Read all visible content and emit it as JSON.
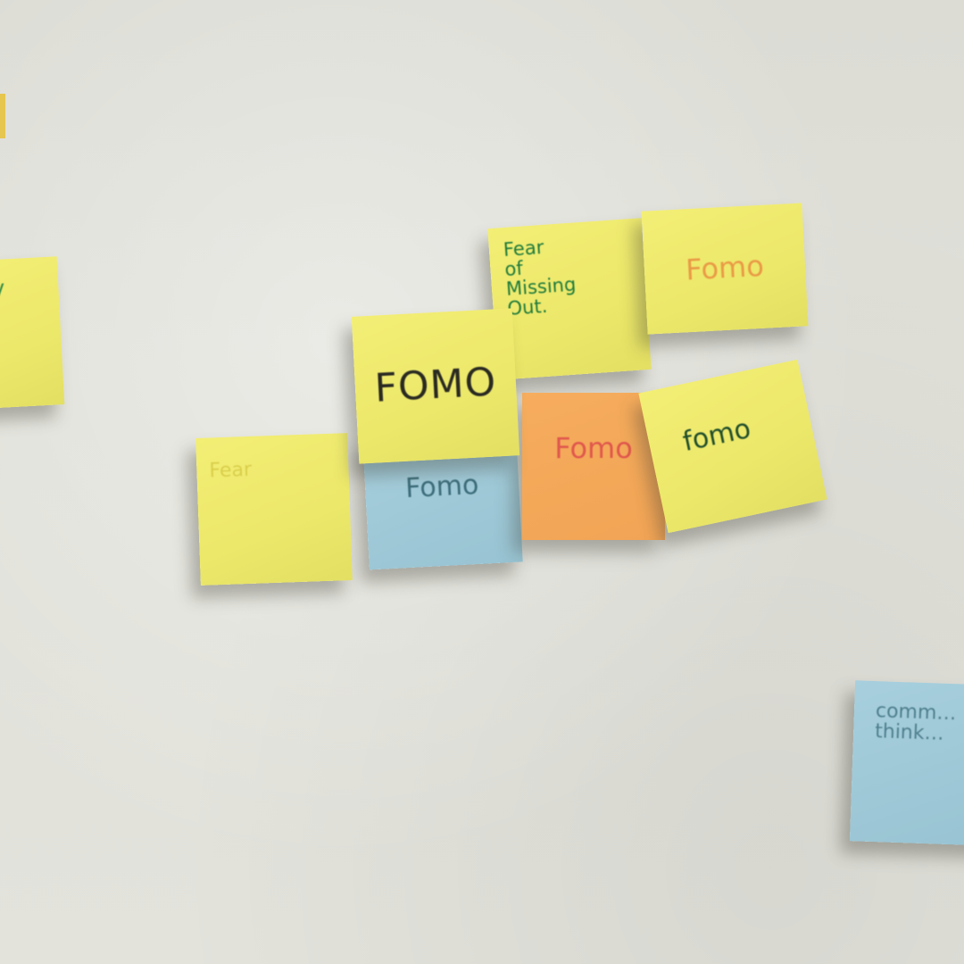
{
  "photo": {
    "wall_color": "#e0e0d9",
    "notes": [
      {
        "id": "edge-top",
        "color": "#e6c64f",
        "text": ""
      },
      {
        "id": "edge-left",
        "color": "#ece86a",
        "text": "ly"
      },
      {
        "id": "fear-missing",
        "color": "#ece86a",
        "text": "Fear\nof\nMissing\nOut."
      },
      {
        "id": "fomo-orange-text",
        "color": "#ece86a",
        "text": "Fomo"
      },
      {
        "id": "fomo-big",
        "color": "#ece86a",
        "text": "FOMO"
      },
      {
        "id": "fomo-blue",
        "color": "#98c3d2",
        "text": "Fomo"
      },
      {
        "id": "fomo-orange",
        "color": "#f1a455",
        "text": "Fomo"
      },
      {
        "id": "fomo-green",
        "color": "#ece86a",
        "text": "fomo"
      },
      {
        "id": "fear-faint",
        "color": "#ece86a",
        "text": "Fear"
      },
      {
        "id": "blue-bottom",
        "color": "#98c3d2",
        "text": "comm…\nthink…"
      }
    ]
  }
}
